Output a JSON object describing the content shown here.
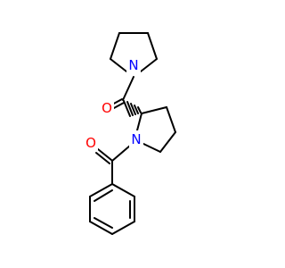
{
  "molecule": {
    "atom_labels": [
      {
        "id": "n-pyrrolidine",
        "text": "N",
        "element": "N"
      },
      {
        "id": "o-amide-top",
        "text": "O",
        "element": "O"
      },
      {
        "id": "n-prolyl",
        "text": "N",
        "element": "N"
      },
      {
        "id": "o-benzoyl",
        "text": "O",
        "element": "O"
      }
    ],
    "colors": {
      "bond": "#000000",
      "nitrogen": "#0000ff",
      "oxygen": "#ff0000",
      "background": "#ffffff"
    }
  }
}
